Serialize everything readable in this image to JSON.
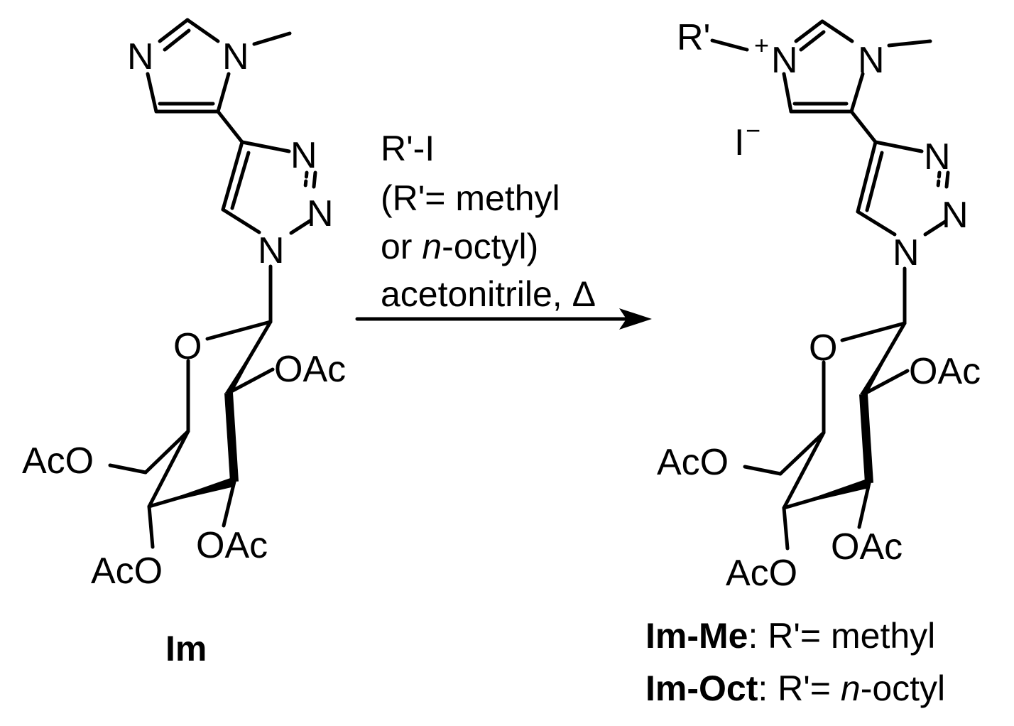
{
  "reaction": {
    "conditions": {
      "line1": "R'-I",
      "line2": "(R'= methyl",
      "line3_prefix": "or ",
      "line3_italic": "n",
      "line3_suffix": "-octyl)",
      "line4": "acetonitrile, Δ"
    },
    "reactant": {
      "label": "Im",
      "atoms": {
        "imidazole_n3": "N",
        "imidazole_n1": "N",
        "triazole_n3": "N",
        "triazole_n2": "N",
        "triazole_n1": "N",
        "ring_oxygen": "O",
        "oac_c2": "OAc",
        "oac_c3": "OAc",
        "oac_c4": "AcO",
        "oac_c6": "AcO"
      }
    },
    "product": {
      "substituent": "R'",
      "charge": "+",
      "counter_ion": "I",
      "counter_ion_charge": "−",
      "atoms": {
        "imidazole_n3": "N",
        "imidazole_n1": "N",
        "triazole_n3": "N",
        "triazole_n2": "N",
        "triazole_n1": "N",
        "ring_oxygen": "O",
        "oac_c2": "OAc",
        "oac_c3": "OAc",
        "oac_c4": "AcO",
        "oac_c6": "AcO"
      },
      "captions": [
        {
          "name": "Im-Me",
          "separator": ": R'= ",
          "italic": "",
          "value": "methyl"
        },
        {
          "name": "Im-Oct",
          "separator": ": R'= ",
          "italic": "n",
          "value": "-octyl"
        }
      ]
    }
  }
}
